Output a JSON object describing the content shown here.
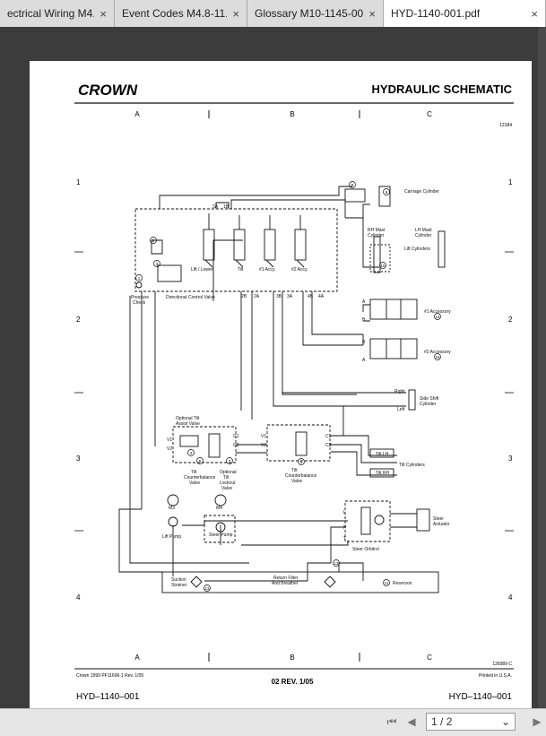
{
  "tabs": [
    {
      "label": "ectrical Wiring M4.1-..."
    },
    {
      "label": "Event Codes M4.8-11..."
    },
    {
      "label": "Glossary M10-1145-00..."
    },
    {
      "label": "HYD-1140-001.pdf"
    }
  ],
  "tab_close": "×",
  "doc": {
    "logo": "CROWN",
    "title": "HYDRAULIC SCHEMATIC",
    "col_labels": [
      "A",
      "B",
      "C"
    ],
    "row_labels": [
      "1",
      "2",
      "3",
      "4"
    ],
    "ref_top": "12184",
    "ref_bottom": "126989 C",
    "copyright": "Crown 1999 PF11696-1 Rev. 1/05",
    "printed": "Printed in U.S.A.",
    "revision": "02 REV. 1/05",
    "doc_number": "HYD–1140–001"
  },
  "schematic": {
    "carriage_cylinder": "Carriage Cylinder",
    "rh_mast": [
      "RH Mast",
      "Cylinder"
    ],
    "lh_mast": [
      "LH Mast",
      "Cylinder"
    ],
    "lift_cylinders": "Lift Cylinders",
    "lift_lower": "Lift / Lower",
    "tilt": "Tilt",
    "acc1_valve": "#1 Accy.",
    "acc2_valve": "#2 Accy.",
    "pressure_check": [
      "Pressure",
      "Check"
    ],
    "dcv": "Directional Control Valve",
    "ports_top": [
      "3A",
      "1B"
    ],
    "ports_bottom": [
      "2B",
      "2A",
      "3B",
      "3A",
      "4B",
      "4A"
    ],
    "acc1": "#1 Accessory",
    "acc2": "#2 Accessory",
    "right": "Right",
    "left": "Left",
    "side_shift": [
      "Side Shift",
      "Cylinder"
    ],
    "opt_tilt_assist": [
      "Optional Tilt",
      "Assist Valve"
    ],
    "v1": "V1",
    "v2": "V2",
    "c1": "C1",
    "c2": "C2",
    "c3": "C3",
    "tilt_cb": [
      "Tilt",
      "Counterbalance",
      "Valve"
    ],
    "opt_tilt_lockout": [
      "Optional",
      "Tilt",
      "Lockout",
      "Valve"
    ],
    "tilt_lh": "Tilt LH",
    "tilt_rh": "Tilt RH",
    "tilt_cylinders": "Tilt Cylinders",
    "m3": "M3",
    "m4": "M4",
    "lift_pump": "Lift Pump",
    "steer_pump": "Steer Pump",
    "steer_actuator": [
      "Steer",
      "Actuator"
    ],
    "steer_orbitrol": "Steer Orbitrol",
    "suction_strainer": [
      "Suction",
      "Strainer"
    ],
    "return_filter": [
      "Return Filter",
      "And Breather"
    ],
    "reservoir": "Reservoir",
    "port_a": "A",
    "port_b": "B",
    "port_p": "P",
    "port_t": "T",
    "port_l": "L",
    "callouts": [
      "1",
      "2",
      "3",
      "4",
      "5",
      "6",
      "7",
      "8",
      "9",
      "10",
      "11",
      "12",
      "13",
      "14",
      "15"
    ]
  },
  "pager": {
    "current": "1",
    "sep": "/",
    "total": "2"
  },
  "colors": {
    "line": "#111111",
    "sheet": "#ffffff",
    "viewer_bg": "#3c3c3c",
    "tab_bg": "#dcdcdc"
  }
}
